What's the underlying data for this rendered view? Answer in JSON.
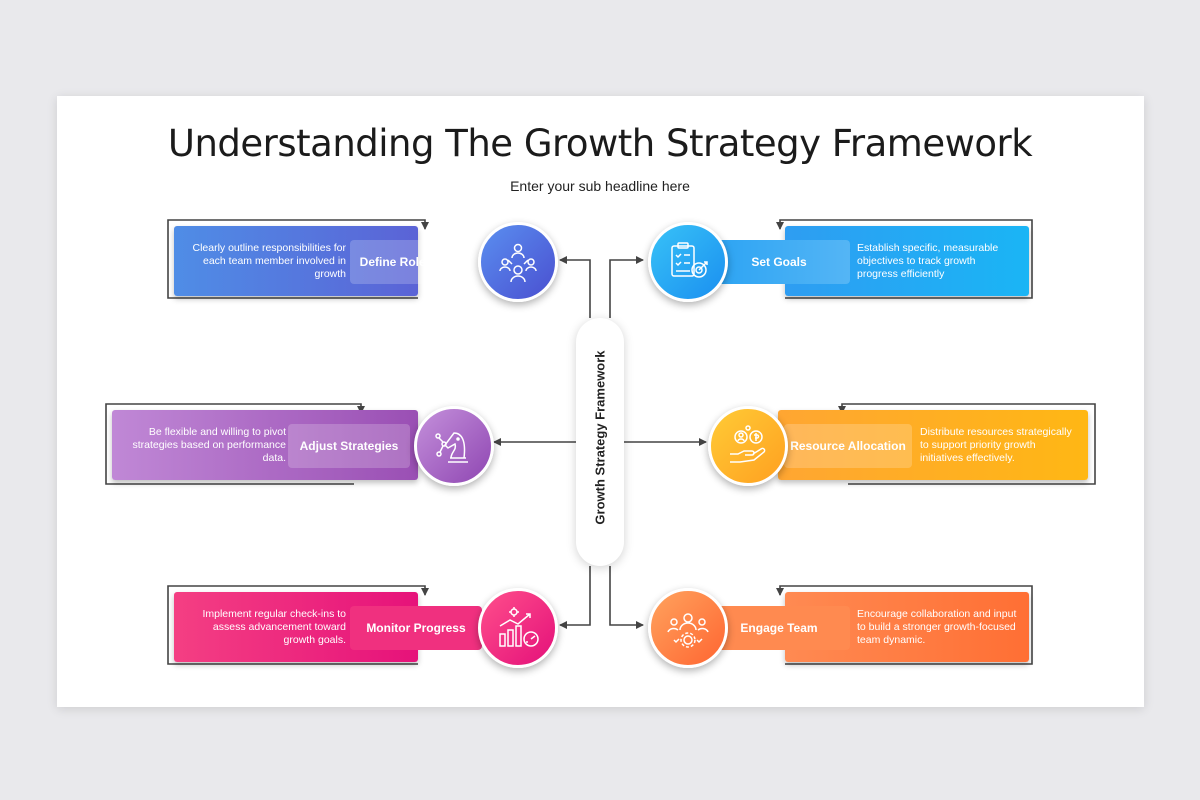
{
  "title": "Understanding The Growth Strategy Framework",
  "subtitle": "Enter your sub headline here",
  "center_label": "Growth Strategy Framework",
  "items": [
    {
      "label": "Define Roles",
      "description": "Clearly outline responsibilities for each team member involved in growth",
      "icon": "team-roles-icon"
    },
    {
      "label": "Set Goals",
      "description": "Establish specific, measurable objectives to track growth progress efficiently",
      "icon": "checklist-target-icon"
    },
    {
      "label": "Adjust Strategies",
      "description": "Be flexible and willing to pivot strategies based on performance data.",
      "icon": "chess-knight-icon"
    },
    {
      "label": "Resource Allocation",
      "description": "Distribute resources strategically to support priority growth initiatives effectively.",
      "icon": "hand-resources-icon"
    },
    {
      "label": "Monitor Progress",
      "description": "Implement regular check-ins to assess advancement toward growth goals.",
      "icon": "growth-chart-icon"
    },
    {
      "label": "Engage Team",
      "description": "Encourage collaboration and input to build a stronger growth-focused team dynamic.",
      "icon": "team-gear-icon"
    }
  ],
  "colors": {
    "define_roles": "#5b63d6",
    "set_goals": "#1ab5f5",
    "adjust_strategies": "#9a4fb4",
    "resource_allocation": "#ffb714",
    "monitor_progress": "#e6127a",
    "engage_team": "#ff6f34"
  }
}
